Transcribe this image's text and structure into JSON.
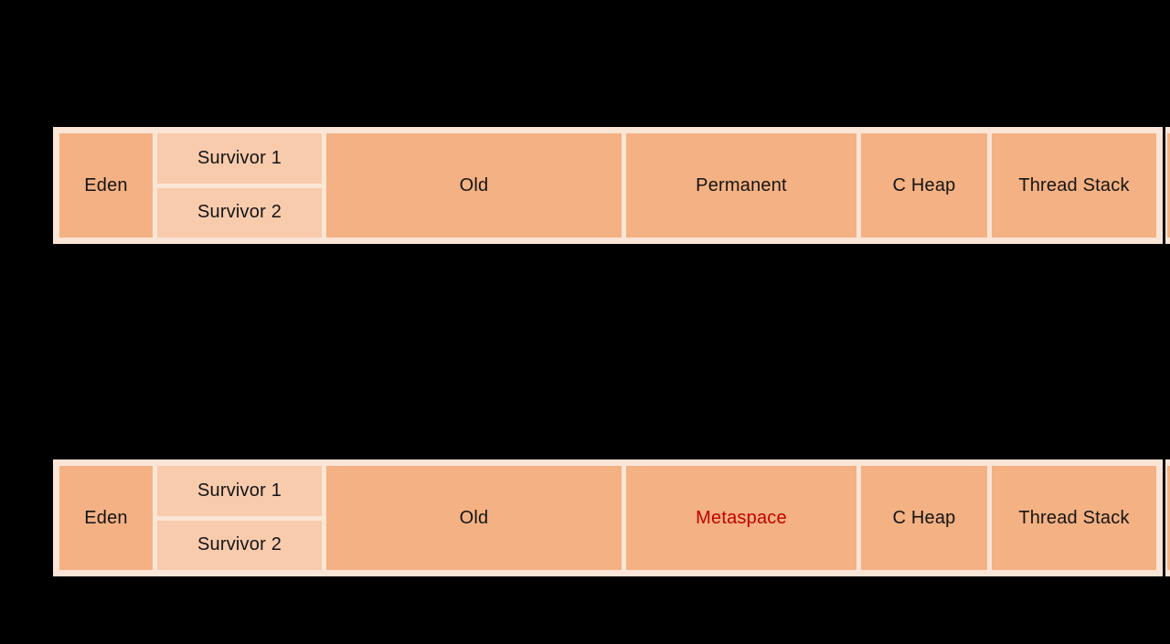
{
  "colors": {
    "background": "#000000",
    "table_frame": "#FBE5D6",
    "cell_dark_orange": "#F4B183",
    "cell_light_orange": "#F8CBAD",
    "label_text": "#141414",
    "metaspace_text": "#C00000"
  },
  "jdk7_table": {
    "eden": "Eden",
    "survivor1": "Survivor 1",
    "survivor2": "Survivor 2",
    "old": "Old",
    "permanent": "Permanent",
    "c_heap": "C Heap",
    "thread_stack": "Thread Stack"
  },
  "jdk8_table": {
    "eden": "Eden",
    "survivor1": "Survivor 1",
    "survivor2": "Survivor 2",
    "old": "Old",
    "metaspace": "Metaspace",
    "c_heap": "C Heap",
    "thread_stack": "Thread Stack"
  }
}
